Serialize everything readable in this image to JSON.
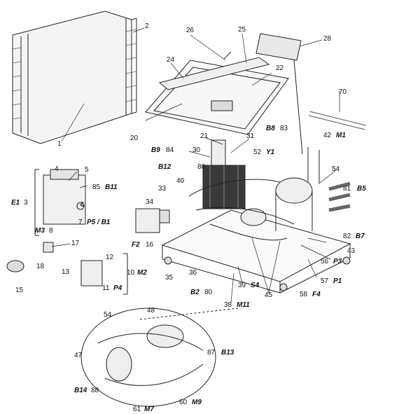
{
  "diagram": {
    "line_color": "#222222",
    "part_numbers": [
      "1",
      "2",
      "3",
      "4",
      "5",
      "6",
      "7",
      "8",
      "10",
      "11",
      "12",
      "13",
      "15",
      "16",
      "17",
      "18",
      "20",
      "21",
      "22",
      "24",
      "25",
      "26",
      "28",
      "30",
      "31",
      "33",
      "34",
      "35",
      "36",
      "38",
      "39",
      "40",
      "42",
      "43",
      "45",
      "47",
      "48",
      "52",
      "54",
      "54",
      "56",
      "57",
      "58",
      "60",
      "61",
      "70",
      "80",
      "81",
      "82",
      "83",
      "84",
      "85",
      "86",
      "87",
      "88"
    ],
    "component_codes": [
      "E1",
      "M3",
      "P5 / B1",
      "B11",
      "F2",
      "M2",
      "P4",
      "B9",
      "B12",
      "B8",
      "Y1",
      "M1",
      "B5",
      "B7",
      "P3",
      "P1",
      "F4",
      "S4",
      "B2",
      "M11",
      "B13",
      "B14",
      "M7",
      "M9"
    ]
  }
}
